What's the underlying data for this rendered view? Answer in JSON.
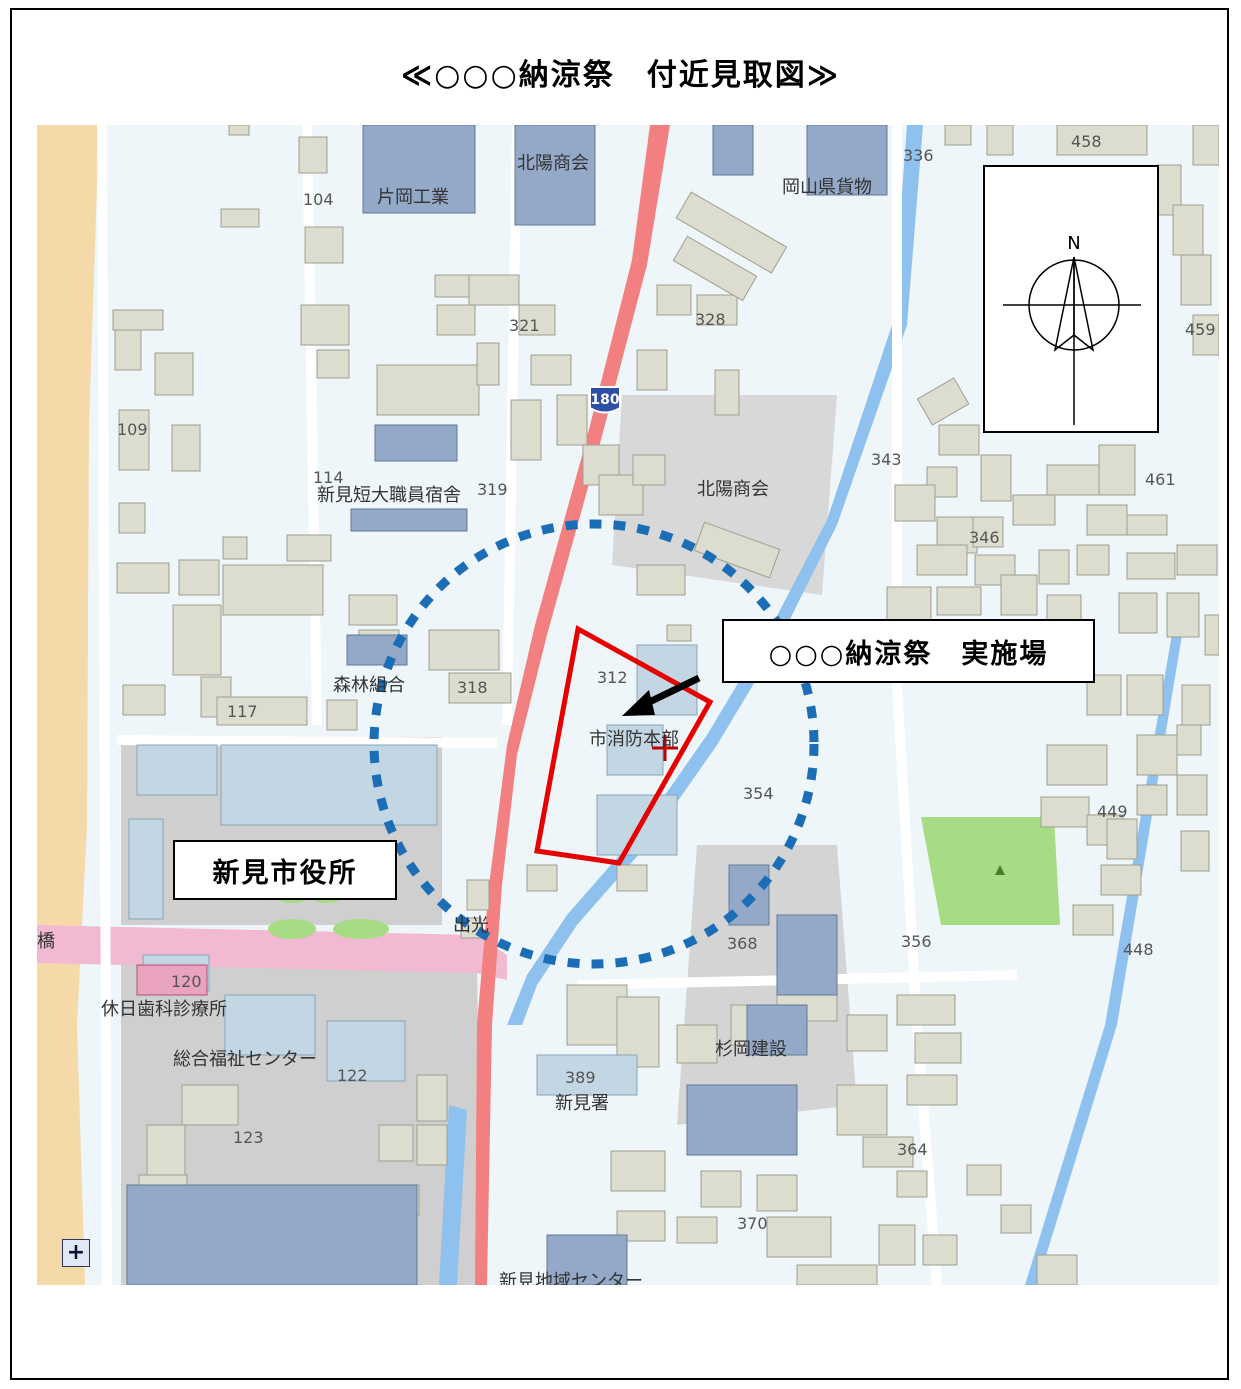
{
  "title": "≪○○○納涼祭　付近見取図≫",
  "callouts": {
    "venue": "○○○納涼祭　実施場",
    "city_hall": "新見市役所"
  },
  "compass": {
    "north_label": "N"
  },
  "route_shield": "180",
  "map_labels": {
    "kataoka": "片岡工業",
    "hokuyo_top": "北陽商会",
    "okayama": "岡山県貨物",
    "hokuyo_mid": "北陽商会",
    "tandai": "新見短大職員宿舎",
    "shinrin": "森林組合",
    "fire": "市消防本部",
    "idemitsu": "出光",
    "kyujitsu": "休日歯科診療所",
    "fukushi": "総合福祉センター",
    "shinmisho": "新見署",
    "sugioka": "杉岡建設",
    "bridge": "橋",
    "shimachi": "新見地域センター"
  },
  "lot_numbers": {
    "n104": "104",
    "n458": "458",
    "n336": "336",
    "n321": "321",
    "n328": "328",
    "n459": "459",
    "n109": "109",
    "n114": "114",
    "n319": "319",
    "n343": "343",
    "n461": "461",
    "n346": "346",
    "n312": "312",
    "n318": "318",
    "n117": "117",
    "n354": "354",
    "n449": "449",
    "n120": "120",
    "n368": "368",
    "n356": "356",
    "n448": "448",
    "n122": "122",
    "n389": "389",
    "n123": "123",
    "n364": "364",
    "n370": "370"
  },
  "zoom": {
    "in_label": "+"
  },
  "colors": {
    "road_national": "#f38080",
    "road_pink": "#f2b9d2",
    "river": "#8fc1ef",
    "park": "#a6dd84",
    "sand": "#f5d9a8",
    "building": "#ddddcf",
    "building_blue": "#94a9c7",
    "venue_outline": "#e60000",
    "radius_circle": "#1b6db5"
  }
}
